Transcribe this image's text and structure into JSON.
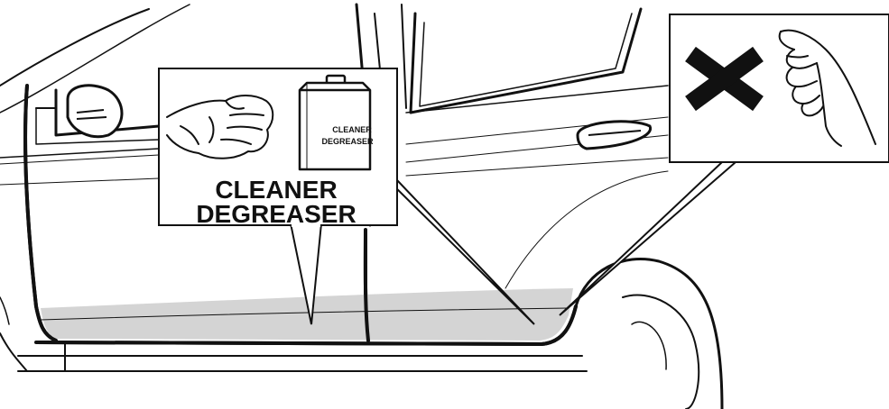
{
  "callout_left": {
    "label_line1": "CLEANER",
    "label_line2": "DEGREASER"
  },
  "can": {
    "label_line1": "CLEANER",
    "label_line2": "DEGREASER"
  },
  "colors": {
    "outline": "#111111",
    "highlight_band": "#d4d4d4",
    "background": "#ffffff"
  },
  "icons": {
    "left_callout": [
      "hand-wiping-icon",
      "degreaser-can-icon"
    ],
    "right_callout": [
      "cross-prohibited-icon",
      "hand-touch-icon"
    ]
  }
}
